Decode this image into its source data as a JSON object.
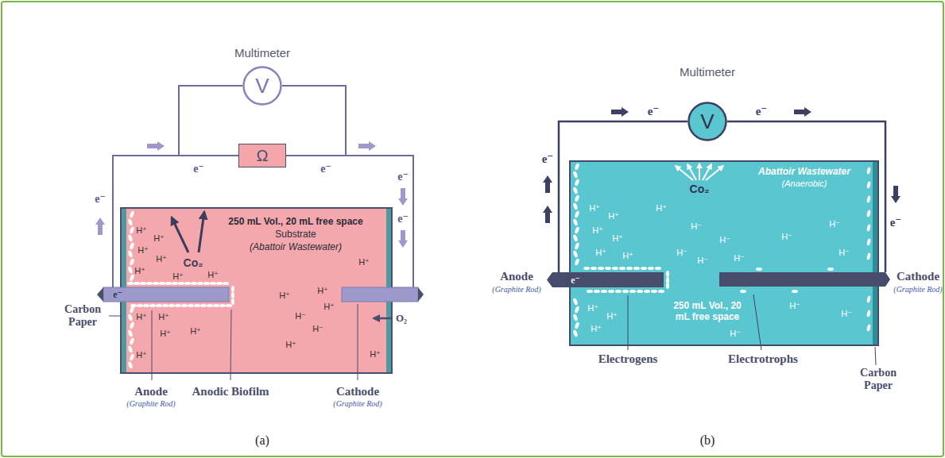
{
  "diagram": {
    "nodes": [
      {
        "text": [
          "V"
        ]
      },
      {
        "text": [
          "Ω"
        ]
      },
      {
        "text": [
          "V"
        ]
      }
    ],
    "edges": [
      {
        "from": 0,
        "to": 1,
        "arrow": "none"
      },
      {
        "from": 0,
        "to": 1,
        "arrow": "none"
      }
    ],
    "labels": [
      "Multimeter",
      "e⁻",
      "e⁻",
      "e⁻",
      "e⁻",
      "e⁻",
      "e⁻",
      "Co₂",
      "250 mL Vol., 20 mL free space",
      "Substrate",
      "(Abattoir Wastewater)",
      "H⁺",
      "H⁺",
      "H⁺",
      "H⁺",
      "H⁺",
      "H⁺",
      "H⁺",
      "H⁺",
      "H⁺",
      "H⁺",
      "H⁺",
      "H⁺",
      "H⁺",
      "H⁺",
      "H⁺",
      "H⁺",
      "H⁻",
      "H⁻",
      "H⁺",
      "H⁺",
      "Carbon Paper",
      "Anode",
      "(Graphite Rod)",
      "Anodic Biofilm",
      "Cathode",
      "(Graphite Rod)",
      "O₂",
      "(a)",
      "Multimeter",
      "e⁻",
      "e⁻",
      "e⁻",
      "e⁻",
      "e⁻",
      "Co₂",
      "Abattoir Wastewater",
      "(Anaerobic)",
      "250 mL Vol., 20 mL free space",
      "H⁺",
      "H⁺",
      "H⁺",
      "H⁺",
      "H⁺",
      "H⁺",
      "H⁺",
      "H⁺",
      "H⁺",
      "H⁺",
      "H⁻",
      "H⁻",
      "H⁻",
      "H⁻",
      "H⁻",
      "H⁻",
      "H⁻",
      "H⁻",
      "H⁻",
      "H⁻",
      "H⁻",
      "Anode",
      "(Graphite Rod)",
      "Cathode",
      "(Graphite Rod)",
      "Electrogens",
      "Electrotrophs",
      "Carbon Paper",
      "(b)"
    ]
  }
}
